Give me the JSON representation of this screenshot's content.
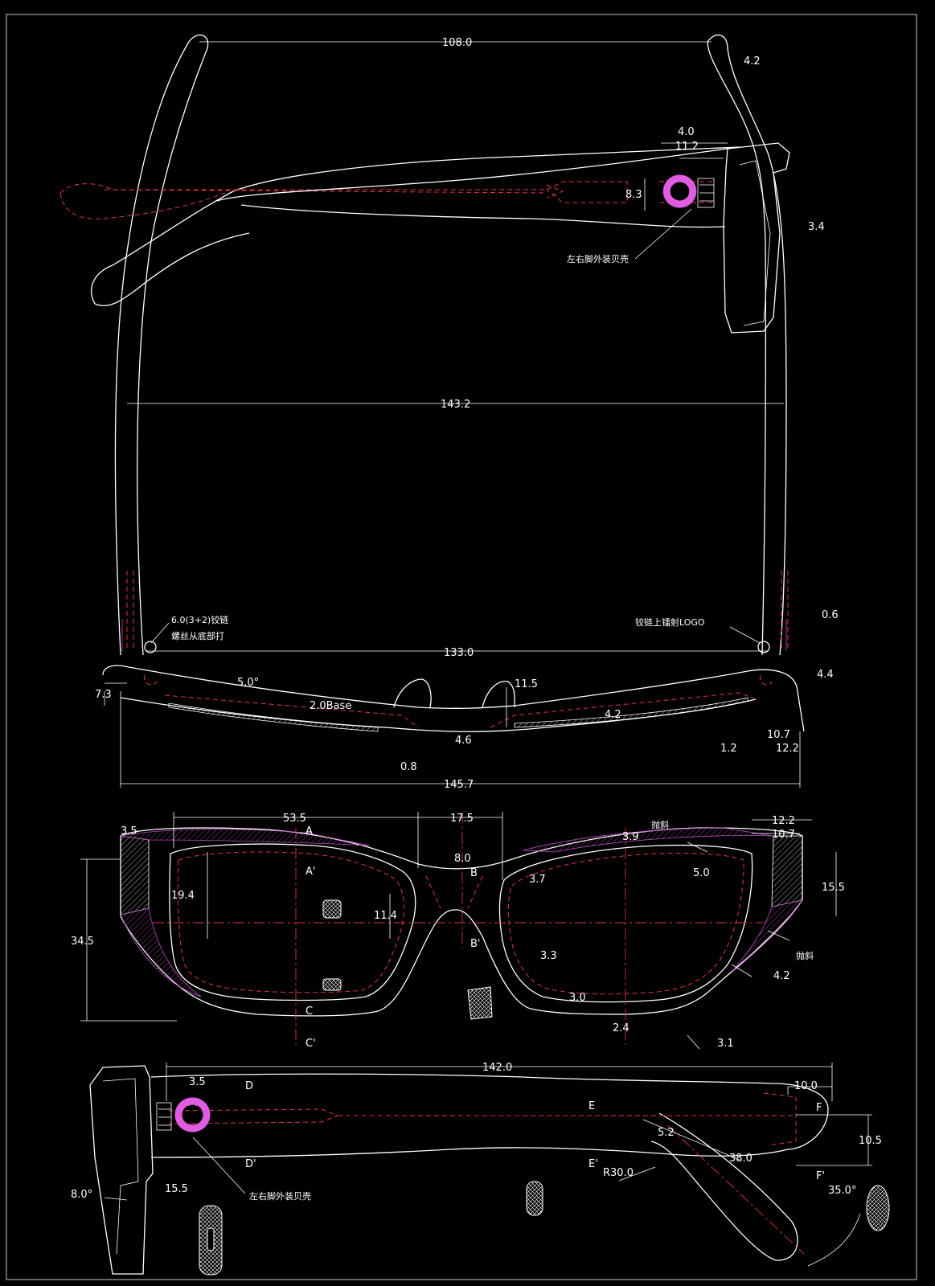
{
  "colors": {
    "background": "#000000",
    "outline": "#ffffff",
    "hidden_line": "#e0344a",
    "hatch_purple": "#b84cc0",
    "logo_magenta": "#e05ce0"
  },
  "top_view": {
    "dims": {
      "d108": "108.0",
      "d4_2_top": "4.2",
      "d4_0": "4.0",
      "d11_2": "11.2",
      "d8_3": "8.3",
      "d3_4": "3.4",
      "d143_2": "143.2",
      "d0_6": "0.6",
      "d133": "133.0",
      "d4_4": "4.4",
      "d7_3": "7.3",
      "d5_0": "5.0°",
      "base": "2.0Base",
      "d11_5": "11.5",
      "d4_6": "4.6",
      "d0_8": "0.8",
      "d4_2_front": "4.2",
      "d1_2": "1.2",
      "d10_7": "10.7",
      "d12_2": "12.2",
      "d145_7": "145.7"
    },
    "notes": {
      "shell_top": "左右脚外装贝壳",
      "hinge_left_1": "6.0(3+2)铰链",
      "hinge_left_2": "螺丝从底部打",
      "hinge_right": "铰链上镭射LOGO"
    }
  },
  "front_view": {
    "dims": {
      "d3_5": "3.5",
      "d53_5": "53.5",
      "d17_5": "17.5",
      "d12_2": "12.2",
      "d10_7": "10.7",
      "d3_9": "3.9",
      "d8_0": "8.0",
      "d3_7": "3.7",
      "d5_0": "5.0",
      "d15_5": "15.5",
      "d19_4": "19.4",
      "d11_4": "11.4",
      "d34_5": "34.5",
      "d3_3": "3.3",
      "d4_2": "4.2",
      "d3_0": "3.0",
      "d2_4": "2.4",
      "d3_1": "3.1"
    },
    "labels": {
      "A": "A",
      "A_p": "A'",
      "B": "B",
      "B_p": "B'",
      "C": "C",
      "C_p": "C'"
    },
    "notes": {
      "bevel_top": "抛斜",
      "bevel_side": "抛斜"
    }
  },
  "side_view": {
    "dims": {
      "d142": "142.0",
      "d3_5": "3.5",
      "d10_0": "10.0",
      "d10_5": "10.5",
      "d5_2": "5.2",
      "d38_0": "38.0",
      "r30": "R30.0",
      "d35": "35.0°",
      "d8_0": "8.0°",
      "d15_5": "15.5"
    },
    "labels": {
      "D": "D",
      "D_p": "D'",
      "E": "E",
      "E_p": "E'",
      "F": "F",
      "F_p": "F'"
    },
    "notes": {
      "shell_side": "左右脚外装贝壳"
    }
  }
}
